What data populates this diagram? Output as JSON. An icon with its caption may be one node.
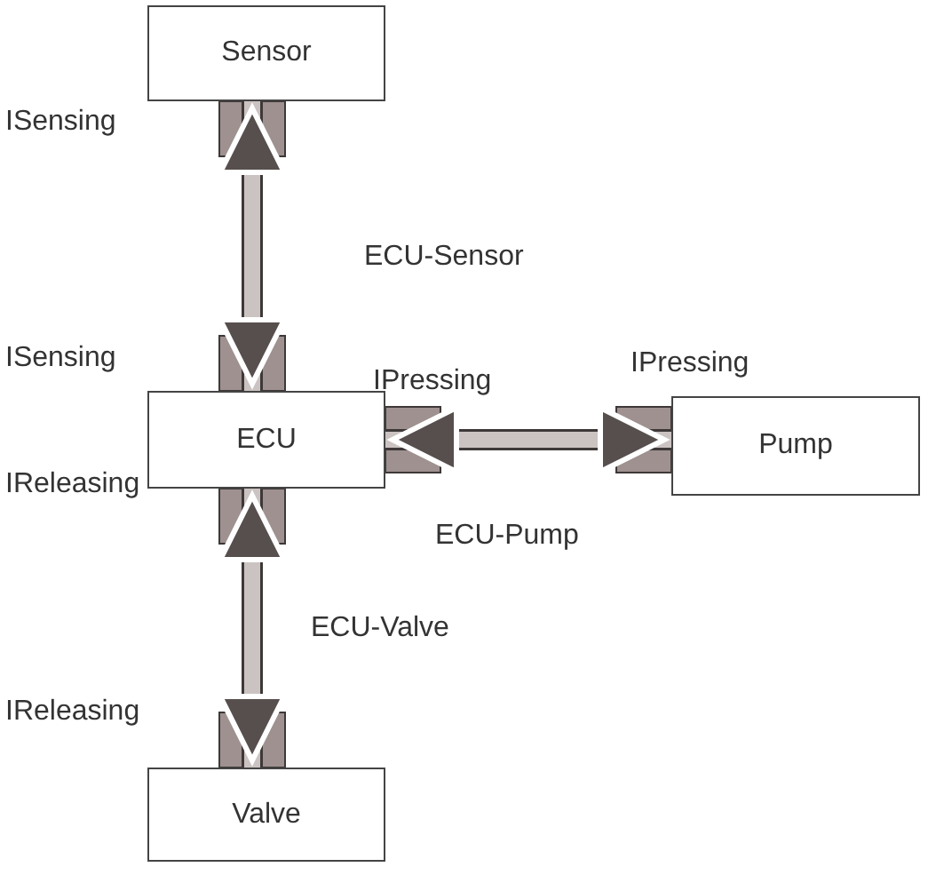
{
  "diagram": {
    "nodes": [
      {
        "text": [
          "Sensor"
        ]
      },
      {
        "text": [
          "ECU"
        ]
      },
      {
        "text": [
          "Pump"
        ]
      },
      {
        "text": [
          "Valve"
        ]
      }
    ],
    "edges": [
      {
        "from": 1,
        "to": 0,
        "arrow": "both",
        "label": "ECU-Sensor"
      },
      {
        "from": 1,
        "to": 2,
        "arrow": "both",
        "label": "ECU-Pump"
      },
      {
        "from": 1,
        "to": 3,
        "arrow": "both",
        "label": "ECU-Valve"
      }
    ],
    "labels": [
      "ISensing",
      "ISensing",
      "IPressing",
      "IPressing",
      "IReleasing",
      "IReleasing"
    ]
  }
}
